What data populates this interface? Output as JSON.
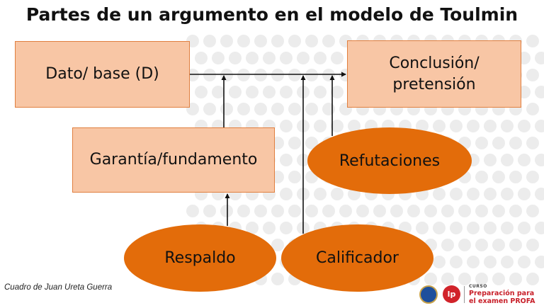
{
  "title": "Partes de un argumento en el modelo de Toulmin",
  "nodes": {
    "dato": "Dato/ base (D)",
    "conclusion_line1": "Conclusión/",
    "conclusion_line2": "pretensión",
    "garantia": "Garantía/fundamento",
    "refutaciones": "Refutaciones",
    "respaldo": "Respaldo",
    "calificador": "Calificador"
  },
  "credit": "Cuadro de Juan Ureta Guerra",
  "branding": {
    "lp_logo": "lp",
    "course_label": "CURSO",
    "course_line1": "Preparación para",
    "course_line2": "el examen PROFA"
  },
  "colors": {
    "box_fill": "#f8c6a5",
    "box_border": "#e07f3f",
    "ellipse_fill": "#e36c0a",
    "accent_red": "#c8202a"
  }
}
